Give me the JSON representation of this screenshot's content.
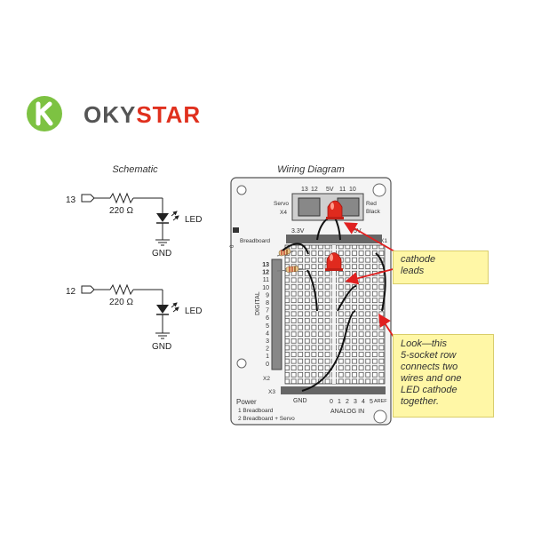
{
  "logo": {
    "part1": "OKY",
    "part2": "STAR",
    "brand_green": "#7dc242",
    "brand_red": "#e0301e"
  },
  "schematic": {
    "title": "Schematic",
    "circuits": [
      {
        "pin": "13",
        "resistor": "220 Ω",
        "led": "LED",
        "ground": "GND"
      },
      {
        "pin": "12",
        "resistor": "220 Ω",
        "led": "LED",
        "ground": "GND"
      }
    ]
  },
  "wiring": {
    "title": "Wiring Diagram",
    "header_top": [
      "13",
      "12",
      "5V",
      "11",
      "10"
    ],
    "servo_label": "Servo",
    "x4_label": "X4",
    "red_label": "Red",
    "black_label": "Black",
    "breadboard_label": "Breadboard",
    "rail_3v3": "3.3V",
    "rail_5v": "5V",
    "x1_label": "X1",
    "x2_label": "X2",
    "x3_label": "X3",
    "digital_label": "DIGITAL",
    "digital_pins": [
      "13",
      "12",
      "11",
      "10",
      "9",
      "8",
      "7",
      "6",
      "5",
      "4",
      "3",
      "2",
      "1",
      "0"
    ],
    "gnd_label": "GND",
    "analog_pins": [
      "0",
      "1",
      "2",
      "3",
      "4",
      "5"
    ],
    "analog_label": "ANALOG IN",
    "aref_label": "AREF",
    "power_title": "Power",
    "power_opt1": "1 Breadboard",
    "power_opt2": "2 Breadboard + Servo",
    "power_switch_labels": [
      "0",
      "1",
      "2"
    ]
  },
  "callouts": {
    "cathode": [
      "cathode",
      "leads"
    ],
    "row": [
      "Look—this",
      "5-socket row",
      "connects two",
      "wires and one",
      "LED cathode",
      "together."
    ]
  }
}
